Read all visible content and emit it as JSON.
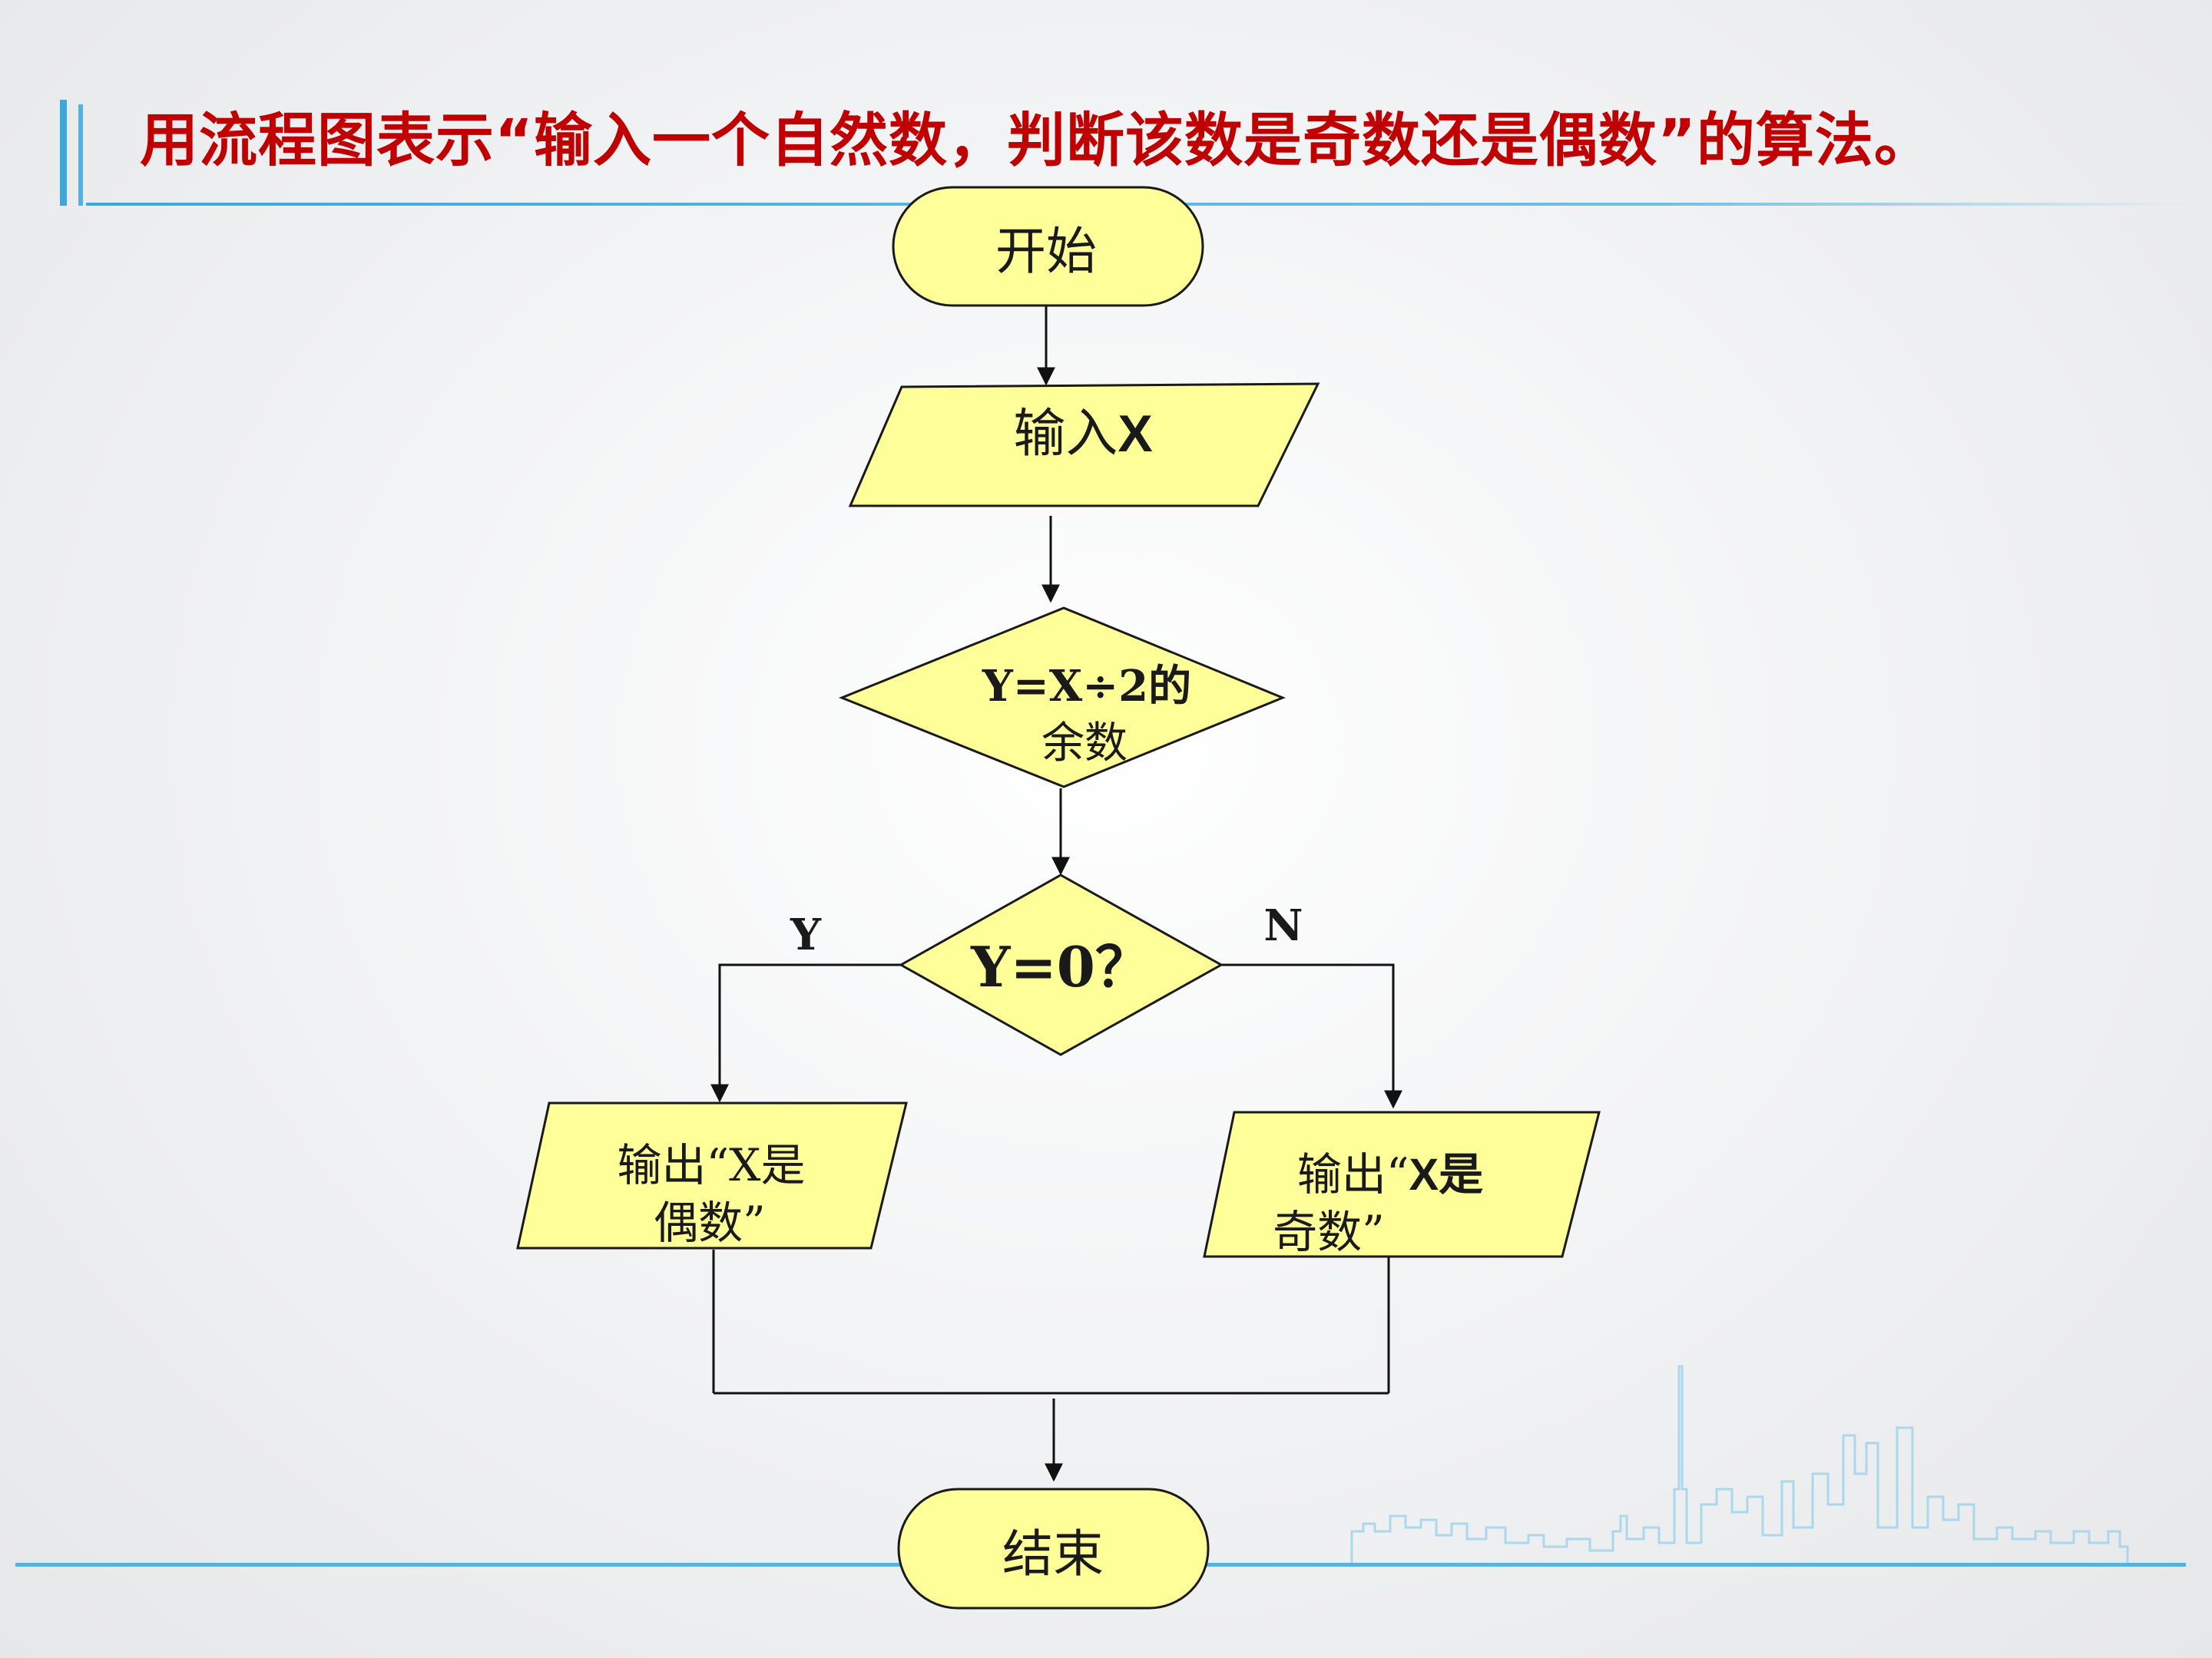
{
  "slide": {
    "title": "用流程图表示“输入一个自然数，判断该数是奇数还是偶数”的算法。"
  },
  "colors": {
    "title": "#c00000",
    "shape_fill": "#ffff99",
    "accent_line": "#3aa8dc"
  },
  "flowchart": {
    "start": "开始",
    "input_prefix": "输入",
    "input_var": "X",
    "compute_line1": "Y=X÷2的",
    "compute_line2": "余数",
    "decision": "Y=0？",
    "branch_yes": "Y",
    "branch_no": "N",
    "output_even_line1": "输出“X是",
    "output_even_line2": "偶数”",
    "output_odd_line1_a": "输出“",
    "output_odd_line1_b": "X是",
    "output_odd_line2": "奇数”",
    "end": "结束"
  }
}
